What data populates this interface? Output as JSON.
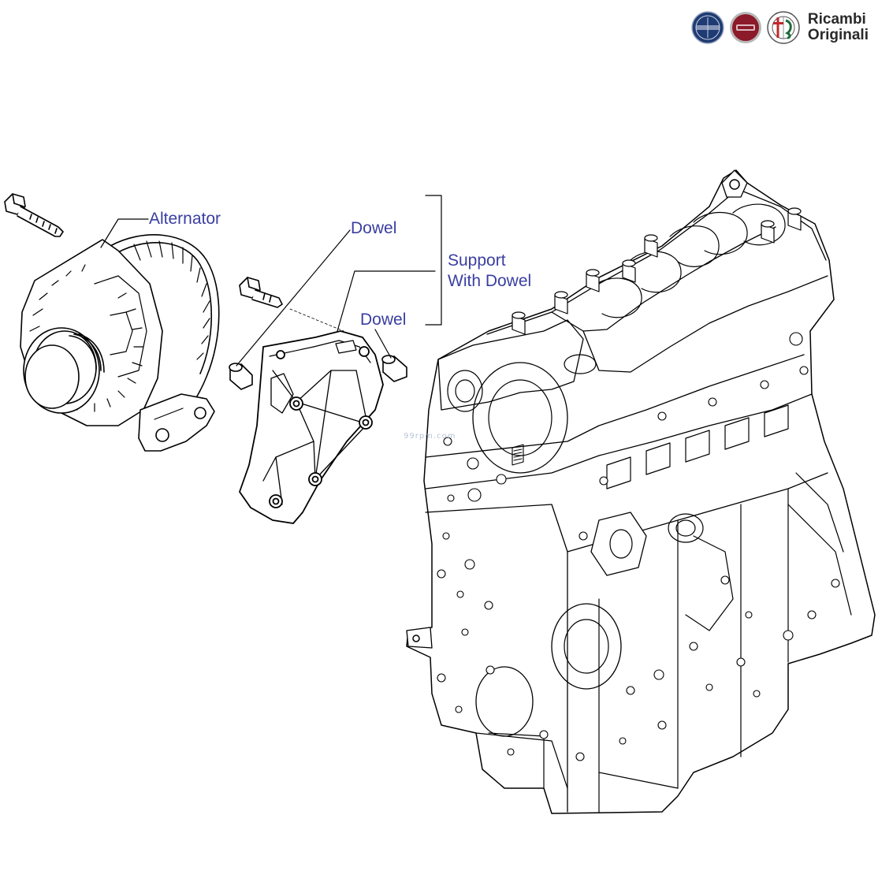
{
  "branding": {
    "line1": "Ricambi",
    "line2": "Originali",
    "logos": [
      "lancia-logo",
      "fiat-logo",
      "alfa-romeo-logo"
    ],
    "colors": {
      "lancia": "#1f3b73",
      "fiat": "#8b1a2a",
      "alfa": "#1d6b3a",
      "text": "#2a2a2a"
    }
  },
  "callouts": {
    "alternator": "Alternator",
    "dowel_top": "Dowel",
    "dowel_bottom": "Dowel",
    "support_line1": "Support",
    "support_line2": "With Dowel"
  },
  "watermark": "99rpm.com",
  "colors": {
    "label": "#3a3ea0",
    "line": "#000000",
    "watermark": "#b8c4d6"
  }
}
